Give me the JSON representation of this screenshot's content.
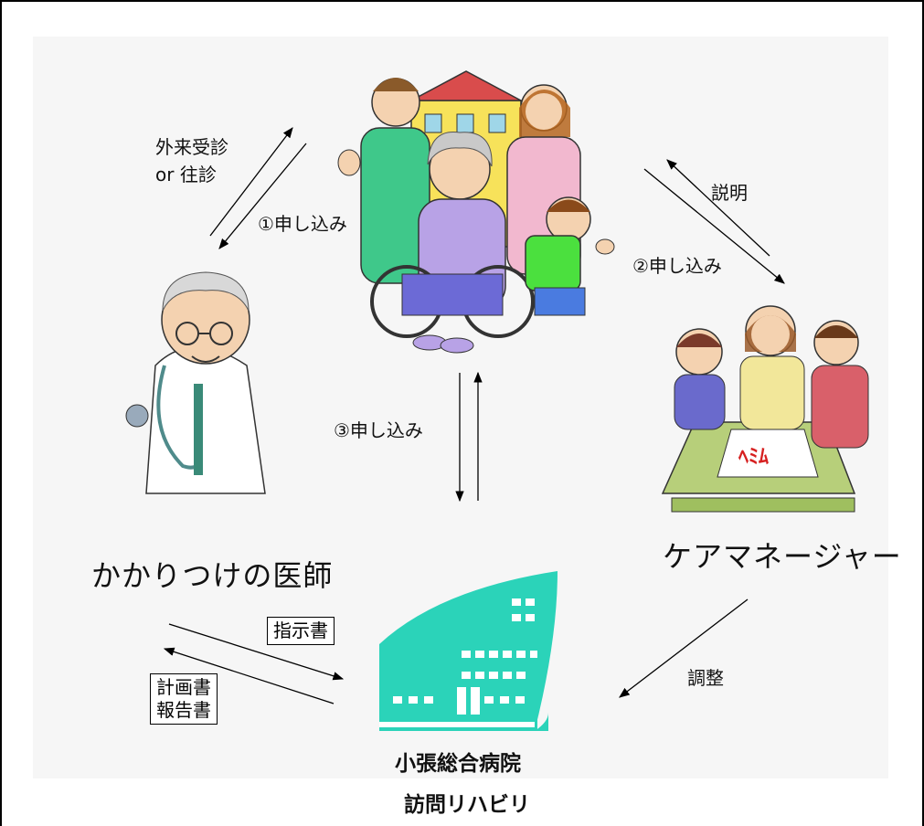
{
  "labels": {
    "outpatient_line1": "外来受診",
    "outpatient_line2": "or 往診",
    "application_1": "①申し込み",
    "explanation": "説明",
    "application_2": "②申し込み",
    "application_3": "③申し込み",
    "family_doctor": "かかりつけの医師",
    "care_manager": "ケアマネージャー",
    "instructions": "指示書",
    "plan_line1": "計画書",
    "plan_line2": "報告書",
    "adjustment": "調整",
    "hospital_name": "小張総合病院",
    "service_name": "訪問リハビリ"
  },
  "colors": {
    "hospital_teal": "#2bd3b9",
    "panel_bg": "#f6f6f6",
    "arrow": "#000000"
  },
  "icons": [
    "family-patient-illustration",
    "doctor-illustration",
    "care-managers-illustration",
    "hospital-building-icon"
  ]
}
